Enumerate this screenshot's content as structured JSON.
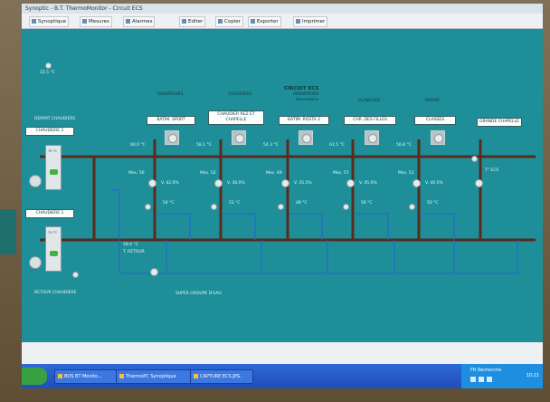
{
  "window": {
    "title": "Synoptic - B.T. ThermoMonitor - Circuit ECS"
  },
  "toolbar": {
    "items": [
      {
        "label": "Synoptique"
      },
      {
        "label": "Mesures"
      },
      {
        "label": "Alarmes"
      },
      {
        "label": "Editer"
      },
      {
        "label": "Copier"
      },
      {
        "label": "Exporter"
      },
      {
        "label": "Imprimer"
      }
    ]
  },
  "synoptic": {
    "top_indicator": "22.5 °C",
    "circuit_title": "CIRCUIT ECS",
    "circuit_subtitle": "Secondaire",
    "depart_label": "DEPART CHAUDIERE",
    "return_label": "RETOUR CHAUDIERE",
    "chaudiere_1": "CHAUDIERE 1",
    "chaudiere_2": "CHAUDIERE 2",
    "boiler_reading": "75 °C",
    "bottom_temp_left": "58.6 °C",
    "bottom_temp_left_sub": "T. RETOUR",
    "bottom_label": "SUPER GROUPE D'EAU",
    "circuits": [
      {
        "header": "RADIATEURS",
        "tag": "BATIM. SPORT",
        "t1": "60.0 °C",
        "t2": "Mes. 56",
        "t3": "V. 42.0%",
        "t4": "54 °C"
      },
      {
        "header": "CHAUDIERE",
        "tag": "CHAUDIER REZ ET CHAPELLE",
        "t1": "58.1 °C",
        "t2": "Mes. 52",
        "t3": "V. 38.0%",
        "t4": "51 °C"
      },
      {
        "header": "RADIATEURS",
        "tag": "BATIM. ROSTA 2",
        "t1": "54.3 °C",
        "t2": "Mes. 49",
        "t3": "V. 35.5%",
        "t4": "48 °C"
      },
      {
        "header": "PLANCHER",
        "tag": "CHR. DES FILLES",
        "t1": "61.5 °C",
        "t2": "Mes. 57",
        "t3": "V. 45.0%",
        "t4": "56 °C"
      },
      {
        "header": "RADIAT.",
        "tag": "CLASSES",
        "t1": "56.8 °C",
        "t2": "Mes. 51",
        "t3": "V. 40.5%",
        "t4": "50 °C"
      },
      {
        "header": "",
        "tag": "GRANDE CHAPELLE",
        "t1": "",
        "t2": "T° ECS",
        "t3": "",
        "t4": ""
      }
    ]
  },
  "taskbar": {
    "tasks": [
      {
        "label": "BOS BT Monito..."
      },
      {
        "label": "ThermoPC Synoptique"
      },
      {
        "label": "CAPTURE ECS.JPG"
      }
    ],
    "lang": "FR Recherche",
    "clock": "10:21"
  },
  "colors": {
    "synoptic_bg": "#1e8f99",
    "pipe": "#5a2a1c",
    "accent_blue": "#2a5fd0"
  }
}
